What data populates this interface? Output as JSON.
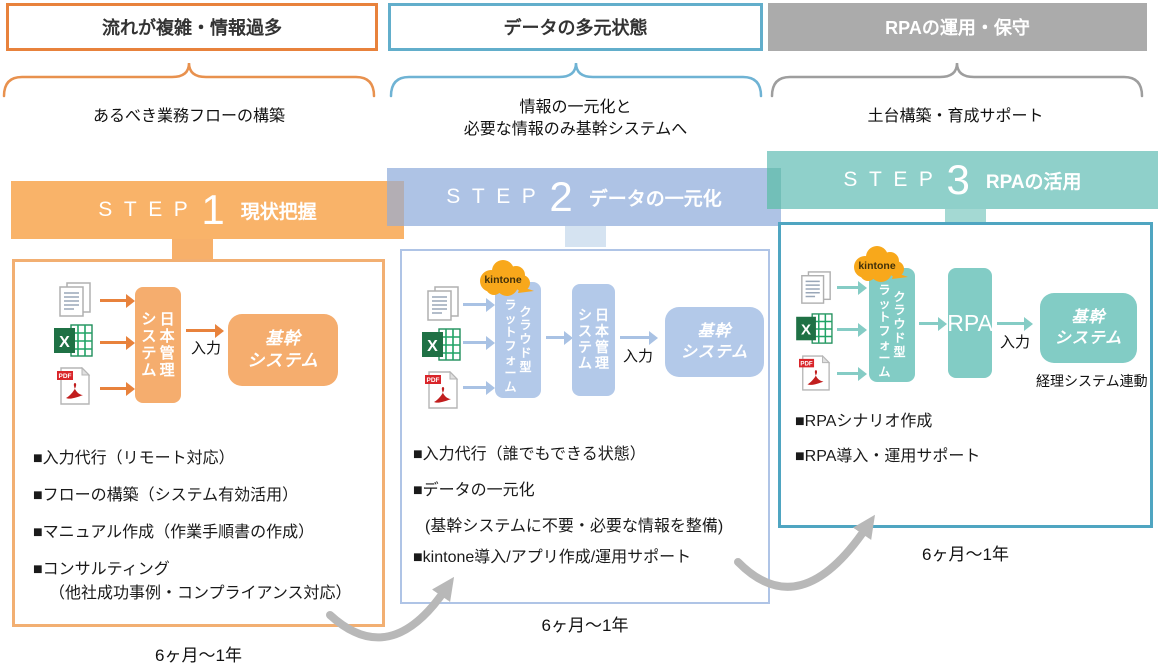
{
  "colors": {
    "orange_border": "#E8823C",
    "orange_banner": "#F9B369",
    "orange_fill": "#F5AD6E",
    "blue_header_border": "#62AECB",
    "blue_banner": "#AEC3E5",
    "blue_fill": "#B3C9E9",
    "gray_header": "#ABABAB",
    "teal_banner": "#8FD0CA",
    "teal_fill": "#82CCC5",
    "teal_box_border": "#4FA5C1",
    "kintone_yellow": "#F8A81B",
    "flow_arrow_gray": "#B8B8B8"
  },
  "icons": {
    "document": "document-pages-icon",
    "excel": "excel-file-icon",
    "pdf": "pdf-file-icon",
    "kintone": "kintone-cloud-badge"
  },
  "problems": [
    {
      "title": "流れが複雑・情報過多",
      "solution": [
        "あるべき業務フローの構築"
      ]
    },
    {
      "title": "データの多元状態",
      "solution": [
        "情報の一元化と",
        "必要な情報のみ基幹システムへ"
      ]
    },
    {
      "title": "RPAの運用・保守",
      "solution": [
        "土台構築・育成サポート"
      ]
    }
  ],
  "steps": [
    {
      "label": "STEP",
      "number": "1",
      "subtitle": "現状把握",
      "flow": {
        "sys1": "日本管理",
        "sys2": "システム",
        "input_label": "入力",
        "core1": "基幹",
        "core2": "システム"
      },
      "bullets": [
        "■入力代行（リモート対応）",
        "■フローの構築（システム有効活用）",
        "■マニュアル作成（作業手順書の作成）",
        "■コンサルティング",
        "（他社成功事例・コンプライアンス対応）"
      ],
      "period": "6ヶ月〜1年"
    },
    {
      "label": "STEP",
      "number": "2",
      "subtitle": "データの一元化",
      "flow": {
        "kintone": "kintone",
        "cloud1": "クラウド型",
        "cloud2": "プラットフォーム",
        "sys1": "日本管理",
        "sys2": "システム",
        "input_label": "入力",
        "core1": "基幹",
        "core2": "システム"
      },
      "bullets": [
        "■入力代行（誰でもできる状態）",
        "■データの一元化",
        "(基幹システムに不要・必要な情報を整備)",
        "■kintone導入/アプリ作成/運用サポート"
      ],
      "period": "6ヶ月〜1年"
    },
    {
      "label": "STEP",
      "number": "3",
      "subtitle": "RPAの活用",
      "flow": {
        "kintone": "kintone",
        "cloud1": "クラウド型",
        "cloud2": "プラットフォーム",
        "rpa": "RPA",
        "input_label": "入力",
        "core1": "基幹",
        "core2": "システム",
        "note": "経理システム連動"
      },
      "bullets": [
        "■RPAシナリオ作成",
        "■RPA導入・運用サポート"
      ],
      "period": "6ヶ月〜1年"
    }
  ]
}
